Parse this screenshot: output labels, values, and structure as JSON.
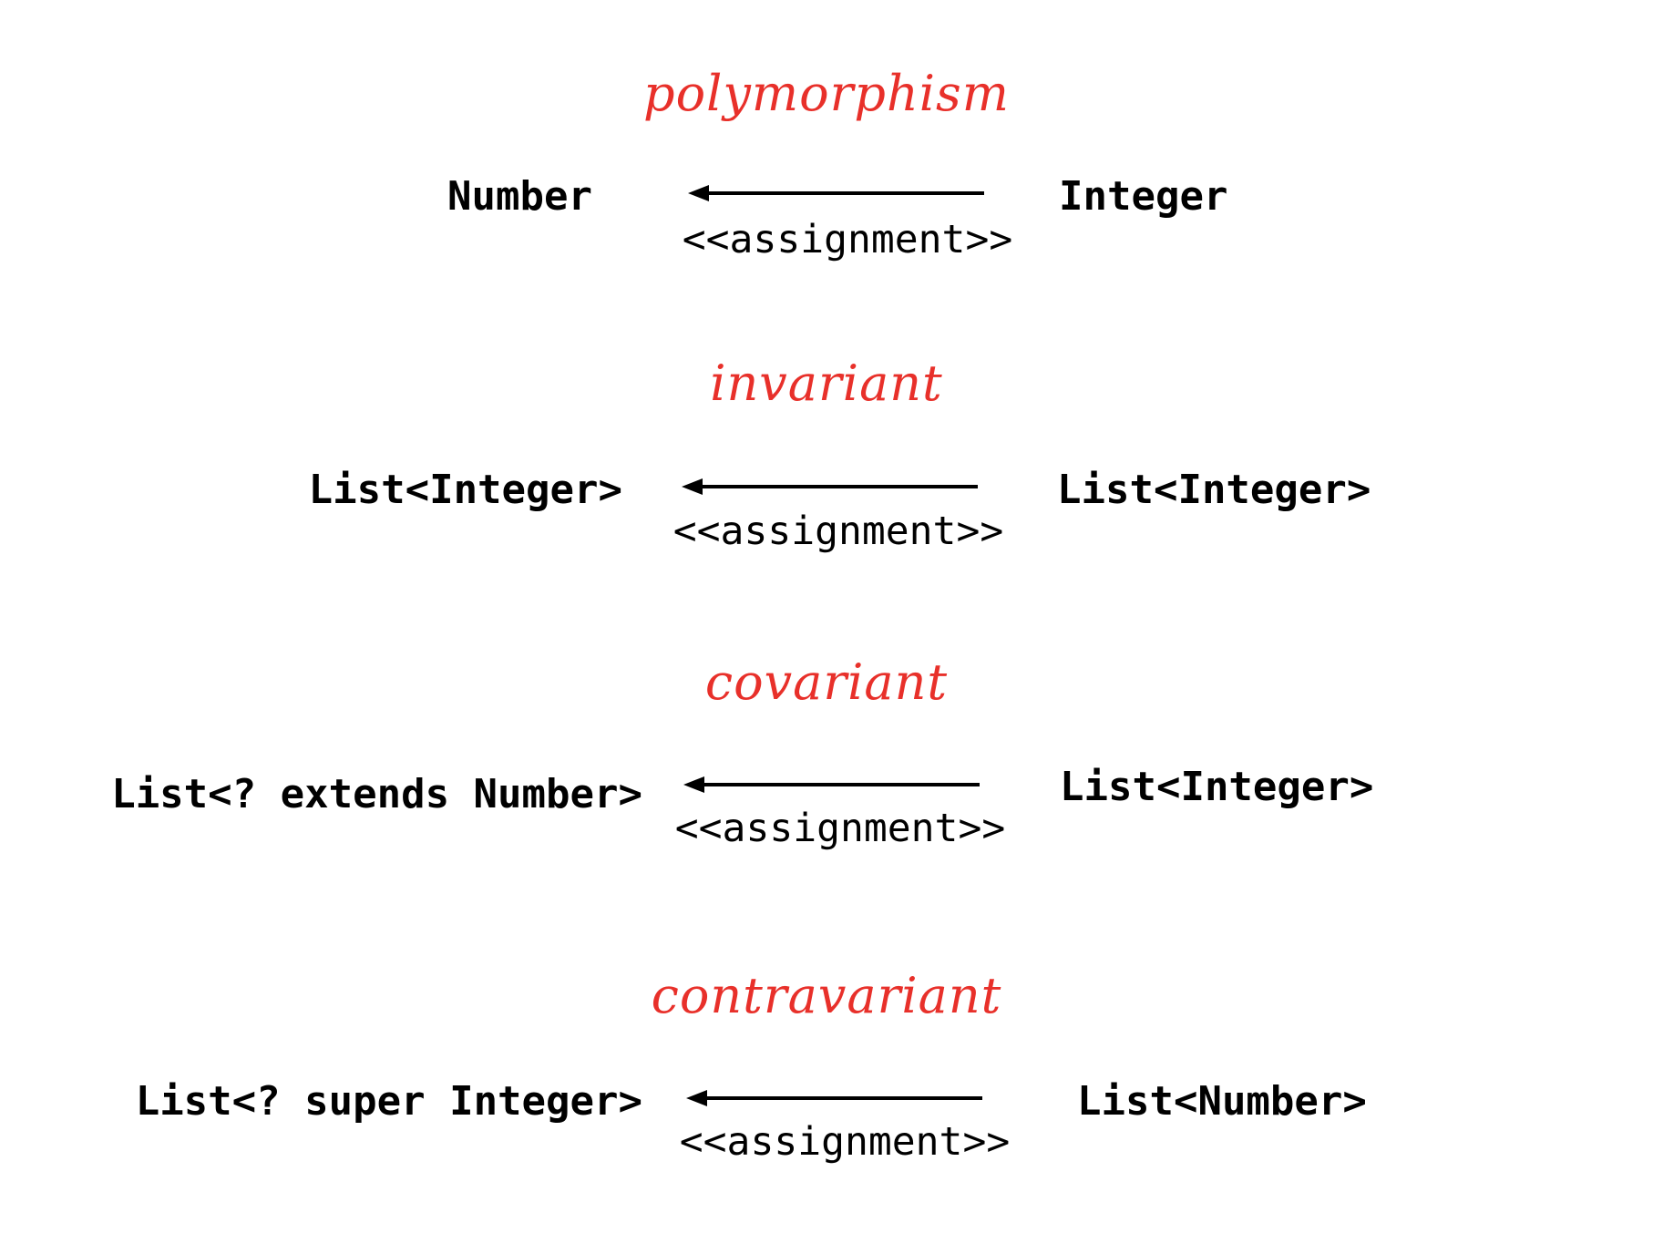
{
  "rows": [
    {
      "title": "polymorphism",
      "left": "Number",
      "right": "Integer",
      "stereotype": "<<assignment>>"
    },
    {
      "title": "invariant",
      "left": "List<Integer>",
      "right": "List<Integer>",
      "stereotype": "<<assignment>>"
    },
    {
      "title": "covariant",
      "left": "List<? extends Number>",
      "right": "List<Integer>",
      "stereotype": "<<assignment>>"
    },
    {
      "title": "contravariant",
      "left": "List<? super Integer>",
      "right": "List<Number>",
      "stereotype": "<<assignment>>"
    }
  ],
  "colors": {
    "title": "#e8302a",
    "text": "#000000",
    "background": "#ffffff"
  }
}
